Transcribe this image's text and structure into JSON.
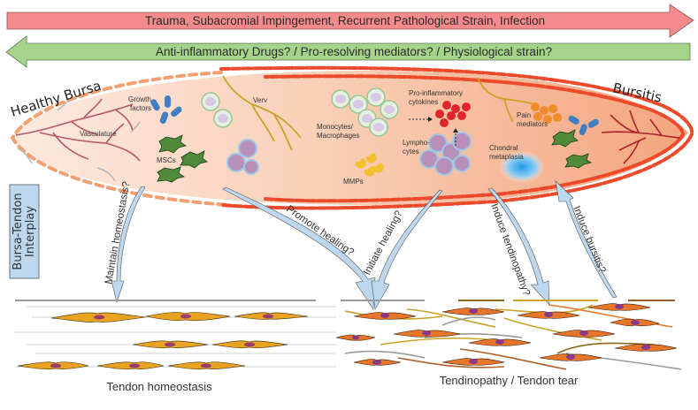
{
  "top_arrows": {
    "damage": {
      "label": "Trauma, Subacromial Impingement, Recurrent Pathological Strain, Infection",
      "direction": "right",
      "color": "#f4898a"
    },
    "resolution": {
      "label": "Anti-inflammatory Drugs? / Pro-resolving mediators? / Physiological strain?",
      "direction": "left",
      "color": "#a6d38a"
    }
  },
  "bursa": {
    "left_title": "Healthy Bursa",
    "right_title": "Bursitis",
    "labels": {
      "growth_factors": [
        "Growth",
        "factors"
      ],
      "vasculature": "Vasculature",
      "mscs": "MSCs",
      "nerve": "Verv",
      "monocytes": [
        "Monocytes/",
        "Macrophages"
      ],
      "mmps": "MMPs",
      "cytokines": [
        "Pro-inflammatory",
        "cytokines"
      ],
      "lymphocytes": [
        "Lympho-",
        "cytes"
      ],
      "chondral": [
        "Chondral",
        "metaplasia"
      ],
      "pain": [
        "Pain",
        "mediators"
      ]
    }
  },
  "interplay_box": {
    "lines": [
      "Bursa-Tendon",
      "Interplay"
    ],
    "color": "#bcd7ee"
  },
  "interplay_arrows": [
    {
      "label": "Maintain homeostasis?",
      "direction": "to-tendon"
    },
    {
      "label": "Promote healing?",
      "direction": "to-tendon"
    },
    {
      "label": "Initiate healing?",
      "direction": "to-tendon"
    },
    {
      "label": "Induce tendinopathy?",
      "direction": "to-tendon"
    },
    {
      "label": "Induce bursitis?",
      "direction": "to-bursa"
    }
  ],
  "tendon": {
    "healthy_label": "Tendon homeostasis",
    "disease_label": "Tendinopathy / Tendon tear"
  }
}
